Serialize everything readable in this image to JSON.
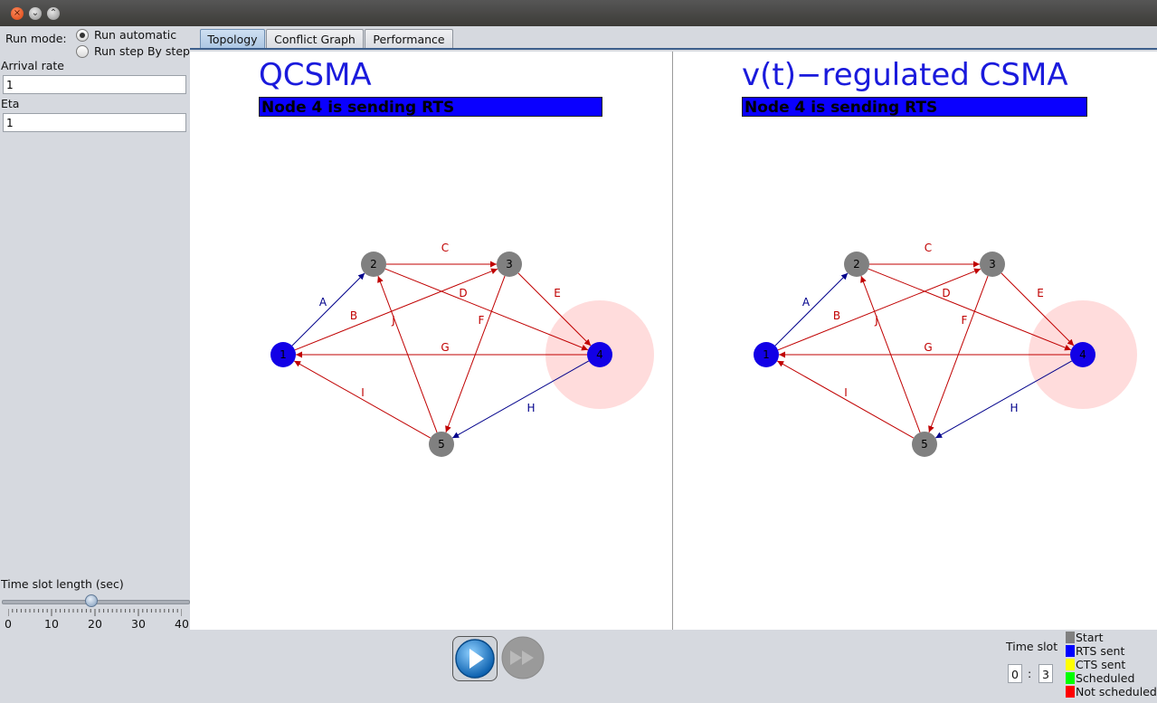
{
  "window": {
    "close_glyph": "×",
    "minimize_glyph": "⌄",
    "maximize_glyph": "⌃"
  },
  "left_panel": {
    "run_mode_label": "Run mode:",
    "radio_options": [
      "Run automatic",
      "Run step By step"
    ],
    "selected_option": "Run automatic",
    "arrival_rate_label": "Arrival rate",
    "arrival_rate_value": "1",
    "eta_label": "Eta",
    "eta_value": "1",
    "slider_label": "Time slot length (sec)",
    "slider_value": 19,
    "slider_ticks": [
      "0",
      "10",
      "20",
      "30",
      "40"
    ]
  },
  "tabs": [
    "Topology",
    "Conflict Graph",
    "Performance"
  ],
  "active_tab": "Topology",
  "panels": [
    {
      "title": "QCSMA",
      "status": "Node 4 is sending RTS"
    },
    {
      "title": "v(t)−regulated CSMA",
      "status": "Node 4 is sending RTS"
    }
  ],
  "graph": {
    "nodes": [
      {
        "id": "1",
        "state": "RTS sent"
      },
      {
        "id": "2",
        "state": "Start"
      },
      {
        "id": "3",
        "state": "Start"
      },
      {
        "id": "4",
        "state": "RTS sent",
        "highlight": true
      },
      {
        "id": "5",
        "state": "Start"
      }
    ],
    "edges": [
      {
        "label": "A",
        "from": "1",
        "to": "2",
        "color": "#00008b"
      },
      {
        "label": "B",
        "from": "1",
        "to": "3",
        "color": "#c00000"
      },
      {
        "label": "C",
        "from": "2",
        "to": "3",
        "color": "#c00000"
      },
      {
        "label": "D",
        "from": "2",
        "to": "4",
        "color": "#c00000"
      },
      {
        "label": "E",
        "from": "3",
        "to": "4",
        "color": "#c00000"
      },
      {
        "label": "F",
        "from": "3",
        "to": "5",
        "color": "#c00000"
      },
      {
        "label": "G",
        "from": "4",
        "to": "1",
        "color": "#c00000"
      },
      {
        "label": "H",
        "from": "4",
        "to": "5",
        "color": "#00008b"
      },
      {
        "label": "I",
        "from": "5",
        "to": "1",
        "color": "#c00000"
      },
      {
        "label": "J",
        "from": "5",
        "to": "2",
        "color": "#c00000"
      }
    ]
  },
  "controls": {
    "play_icon": "play-icon",
    "fast_forward_icon": "fast-forward-icon"
  },
  "time_slot": {
    "label": "Time slot",
    "minutes": "0",
    "separator": ":",
    "seconds": "3"
  },
  "legend": [
    {
      "label": "Start",
      "color": "#808080"
    },
    {
      "label": "RTS sent",
      "color": "#0000ff"
    },
    {
      "label": "CTS sent",
      "color": "#ffff00"
    },
    {
      "label": "Scheduled",
      "color": "#00ff00"
    },
    {
      "label": "Not scheduled",
      "color": "#ff0000"
    }
  ],
  "colors": {
    "title_blue": "#1a1adc",
    "status_bg": "#0a00ff",
    "node_gray": "#808080",
    "node_blue": "#1200e6",
    "halo": "#ffdcdc"
  }
}
